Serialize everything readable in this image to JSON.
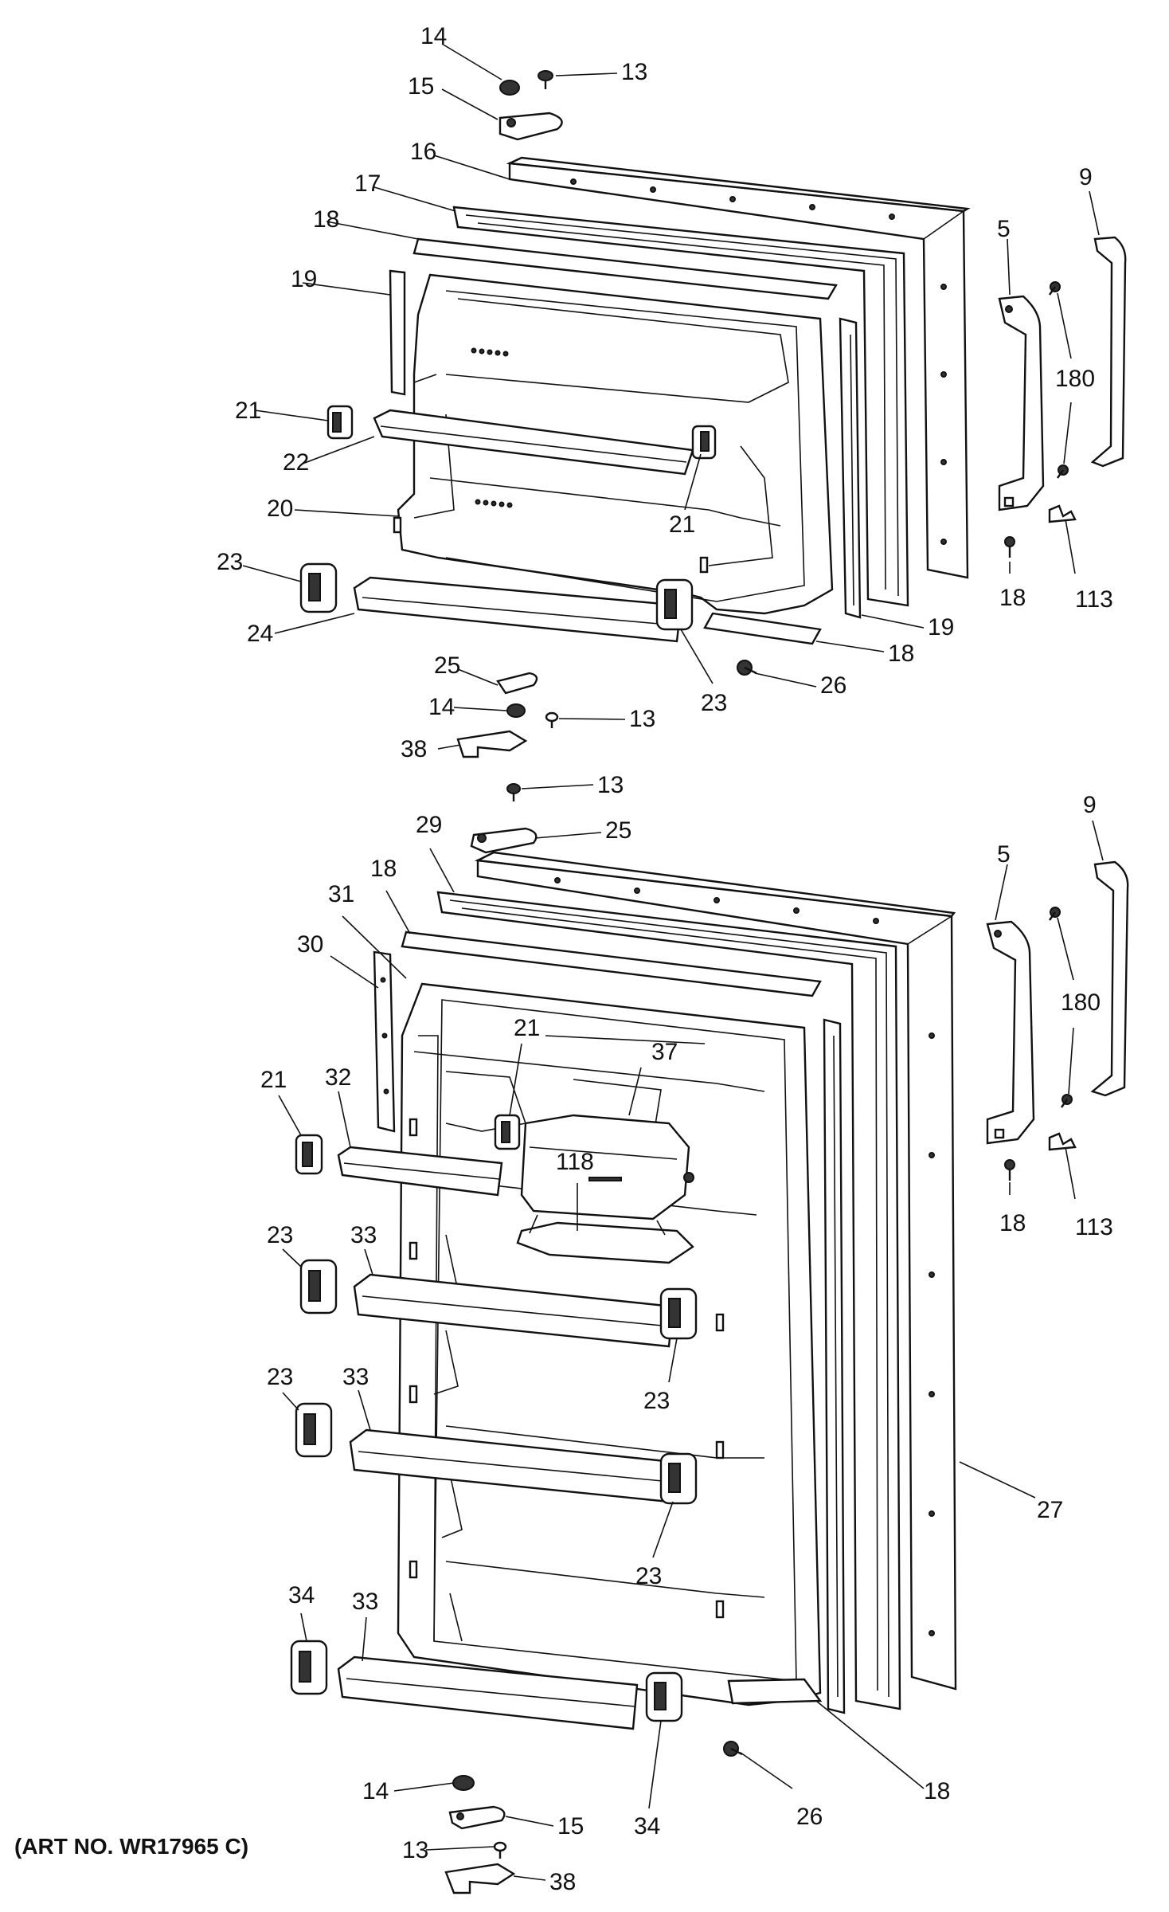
{
  "caption": "(ART NO. WR17965 C)",
  "labels": {
    "upper": {
      "l14": "14",
      "l13": "13",
      "l15": "15",
      "l16": "16",
      "l17": "17",
      "l18a": "18",
      "l19a": "19",
      "l9": "9",
      "l5": "5",
      "l180": "180",
      "l21a": "21",
      "l22": "22",
      "l20": "20",
      "l21b": "21",
      "l23a": "23",
      "l24": "24",
      "l19b": "19",
      "l18b": "18",
      "l18c": "18",
      "l113": "113",
      "l23b": "23",
      "l26": "26",
      "l25": "25",
      "l14b": "14",
      "l13b": "13",
      "l38": "38"
    },
    "lower": {
      "l13": "13",
      "l25": "25",
      "l9": "9",
      "l29": "29",
      "l18a": "18",
      "l5": "5",
      "l31": "31",
      "l30": "30",
      "l180": "180",
      "l21a": "21",
      "l37": "37",
      "l21b": "21",
      "l32": "32",
      "l118": "118",
      "l18b": "18",
      "l113": "113",
      "l23a": "23",
      "l33a": "33",
      "l23b": "23",
      "l23c": "23",
      "l33b": "33",
      "l27": "27",
      "l23d": "23",
      "l34a": "34",
      "l33c": "33",
      "l14": "14",
      "l18c": "18",
      "l15": "15",
      "l34b": "34",
      "l26": "26",
      "l13b": "13",
      "l38": "38"
    }
  }
}
